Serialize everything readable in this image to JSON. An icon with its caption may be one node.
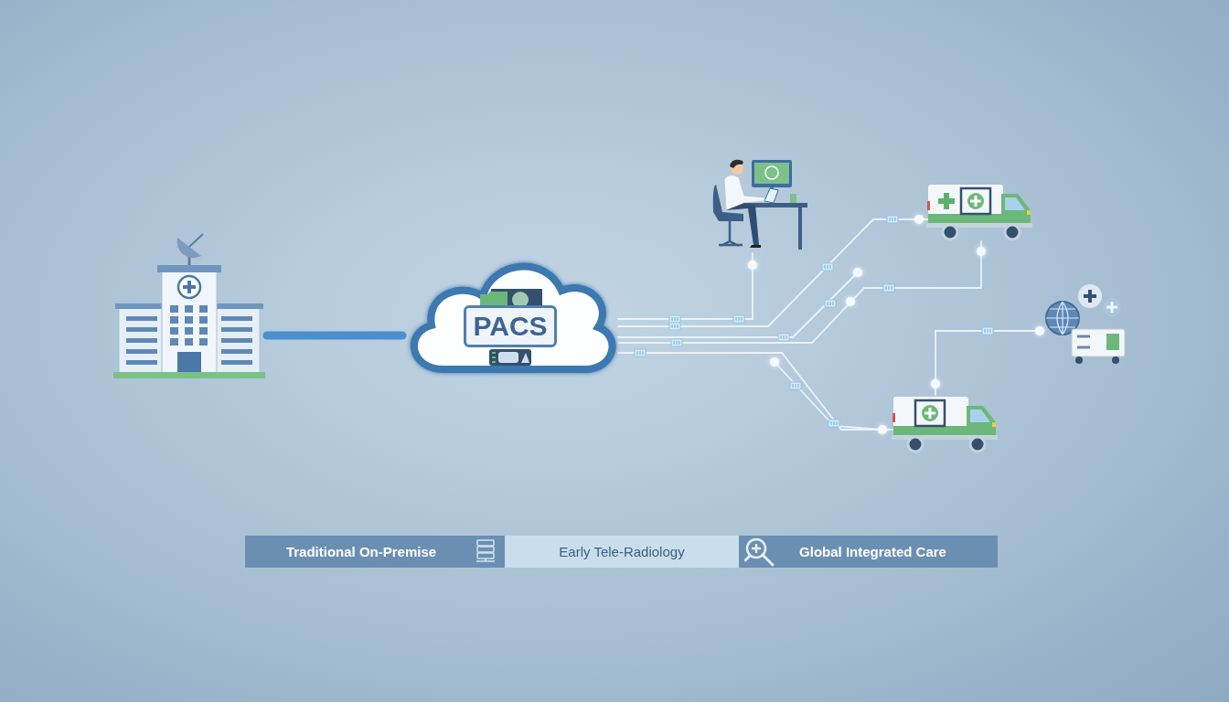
{
  "diagram": {
    "nodes": [
      {
        "text": [],
        "shape": "picture"
      },
      {
        "text": [
          "PACS"
        ]
      },
      {
        "text": [],
        "shape": "picture"
      },
      {
        "text": [],
        "shape": "picture"
      },
      {
        "text": [],
        "shape": "picture"
      },
      {
        "text": [],
        "shape": "picture"
      },
      {
        "text": [
          "Traditional On-Premise"
        ]
      },
      {
        "text": [
          "Early Tele-Radiology"
        ]
      },
      {
        "text": [
          "Global Integrated Care"
        ]
      }
    ],
    "edges": [
      {
        "from": 0,
        "to": 1,
        "arrow": "none",
        "style": "thick",
        "color": "#4a90d0"
      },
      {
        "from": 1,
        "to": 2,
        "arrow": "none"
      },
      {
        "from": 1,
        "to": 3,
        "arrow": "none"
      },
      {
        "from": 1,
        "to": 3,
        "arrow": "none"
      },
      {
        "from": 1,
        "to": null,
        "arrow": "none"
      },
      {
        "from": 1,
        "to": 5,
        "arrow": "none"
      },
      {
        "from": 5,
        "to": 4,
        "arrow": "none"
      }
    ]
  }
}
